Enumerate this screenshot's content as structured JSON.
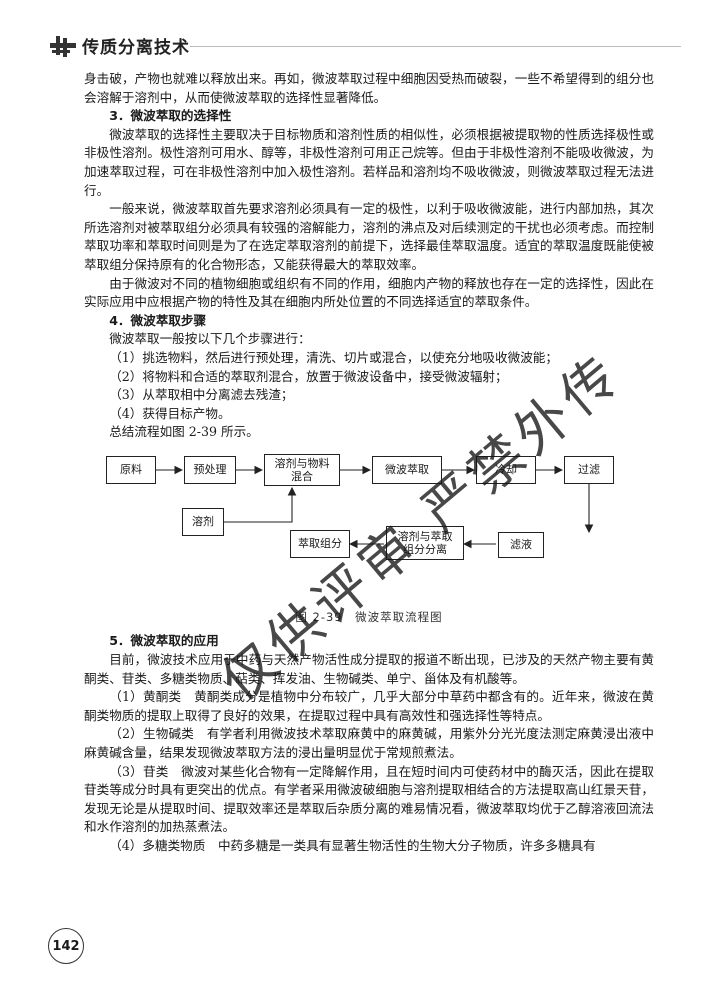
{
  "header": {
    "title": "传质分离技术"
  },
  "paragraphs_top": [
    "身击破，产物也就难以释放出来。再如，微波萃取过程中细胞因受热而破裂，一些不希望得到的组分也会溶解于溶剂中，从而使微波萃取的选择性显著降低。"
  ],
  "sec3": {
    "title": "3．微波萃取的选择性",
    "paras": [
      "微波萃取的选择性主要取决于目标物质和溶剂性质的相似性，必须根据被提取物的性质选择极性或非极性溶剂。极性溶剂可用水、醇等，非极性溶剂可用正己烷等。但由于非极性溶剂不能吸收微波，为加速萃取过程，可在非极性溶剂中加入极性溶剂。若样品和溶剂均不吸收微波，则微波萃取过程无法进行。",
      "一般来说，微波萃取首先要求溶剂必须具有一定的极性，以利于吸收微波能，进行内部加热，其次所选溶剂对被萃取组分必须具有较强的溶解能力，溶剂的沸点及对后续测定的干扰也必须考虑。而控制萃取功率和萃取时间则是为了在选定萃取溶剂的前提下，选择最佳萃取温度。适宜的萃取温度既能使被萃取组分保持原有的化合物形态，又能获得最大的萃取效率。",
      "由于微波对不同的植物细胞或组织有不同的作用，细胞内产物的释放也存在一定的选择性，因此在实际应用中应根据产物的特性及其在细胞内所处位置的不同选择适宜的萃取条件。"
    ]
  },
  "sec4": {
    "title": "4．微波萃取步骤",
    "intro": "微波萃取一般按以下几个步骤进行：",
    "steps": [
      "（1）挑选物料，然后进行预处理，清洗、切片或混合，以使充分地吸收微波能；",
      "（2）将物料和合适的萃取剂混合，放置于微波设备中，接受微波辐射；",
      "（3）从萃取相中分离滤去残渣；",
      "（4）获得目标产物。"
    ],
    "summary": "总结流程如图 2-39 所示。"
  },
  "flow": {
    "boxes": {
      "raw": "原料",
      "pre": "预处理",
      "mix": "溶剂与物料混合",
      "mw": "微波萃取",
      "cool": "冷却",
      "filter": "过滤",
      "filtrate": "滤液",
      "sep": "溶剂与萃取组分分离",
      "ext": "萃取组分",
      "solvent": "溶剂"
    },
    "caption": "图 2-39　微波萃取流程图"
  },
  "sec5": {
    "title": "5．微波萃取的应用",
    "paras": [
      "目前，微波技术应用于中药与天然产物活性成分提取的报道不断出现，已涉及的天然产物主要有黄酮类、苷类、多糖类物质、萜类、挥发油、生物碱类、单宁、甾体及有机酸等。",
      "（1）黄酮类　黄酮类成分是植物中分布较广，几乎大部分中草药中都含有的。近年来，微波在黄酮类物质的提取上取得了良好的效果，在提取过程中具有高效性和强选择性等特点。",
      "（2）生物碱类　有学者利用微波技术萃取麻黄中的麻黄碱，用紫外分光光度法测定麻黄浸出液中麻黄碱含量，结果发现微波萃取方法的浸出量明显优于常规煎煮法。",
      "（3）苷类　微波对某些化合物有一定降解作用，且在短时间内可使药材中的酶灭活，因此在提取苷类等成分时具有更突出的优点。有学者采用微波破细胞与溶剂提取相结合的方法提取高山红景天苷，发现无论是从提取时间、提取效率还是萃取后杂质分离的难易情况看，微波萃取均优于乙醇溶液回流法和水作溶剂的加热蒸煮法。",
      "（4）多糖类物质　中药多糖是一类具有显著生物活性的生物大分子物质，许多多糖具有"
    ]
  },
  "watermark": "仅供评审 严禁外传",
  "page_number": "142"
}
